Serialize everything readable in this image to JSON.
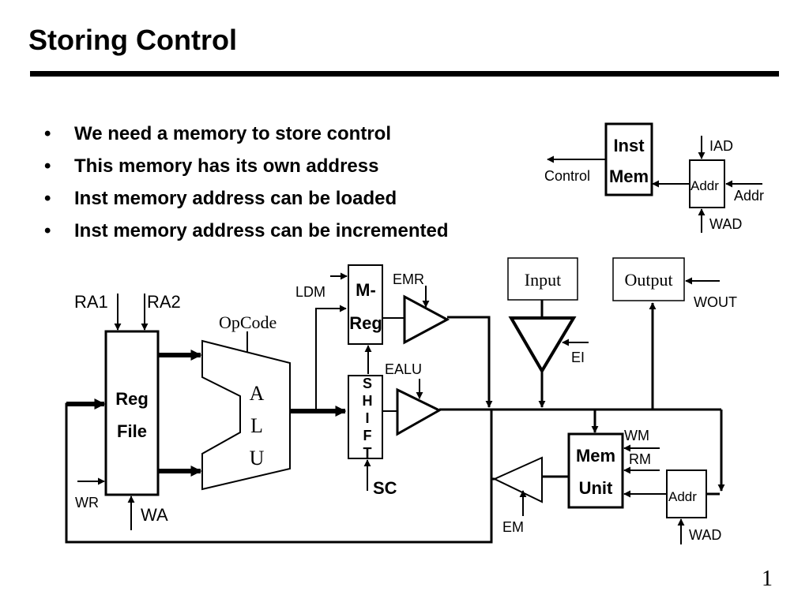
{
  "title": "Storing Control",
  "bullets": [
    "We need a memory to store control",
    "This memory has its own address",
    "Inst memory address can be loaded",
    "Inst memory address can be incremented"
  ],
  "bullet_marker": "•",
  "slide_number": "1",
  "labels": {
    "inst": "Inst",
    "mem": "Mem",
    "control": "Control",
    "iad": "IAD",
    "addr_box": "Addr",
    "addr_in": "Addr",
    "wad": "WAD",
    "ra1": "RA1",
    "ra2": "RA2",
    "opcode": "OpCode",
    "reg": "Reg",
    "file": "File",
    "wr": "WR",
    "wa": "WA",
    "alu_a": "A",
    "alu_l": "L",
    "alu_u": "U",
    "ldm": "LDM",
    "mreg_m": "M-",
    "mreg_reg": "Reg",
    "emr": "EMR",
    "ealu": "EALU",
    "shift": [
      "S",
      "H",
      "I",
      "F",
      "T"
    ],
    "sc": "SC",
    "input": "Input",
    "output": "Output",
    "wout": "WOUT",
    "ei": "EI",
    "wm": "WM",
    "rm": "RM",
    "mem_unit_mem": "Mem",
    "mem_unit_unit": "Unit",
    "mem_addr": "Addr",
    "mem_wad": "WAD",
    "em": "EM"
  }
}
